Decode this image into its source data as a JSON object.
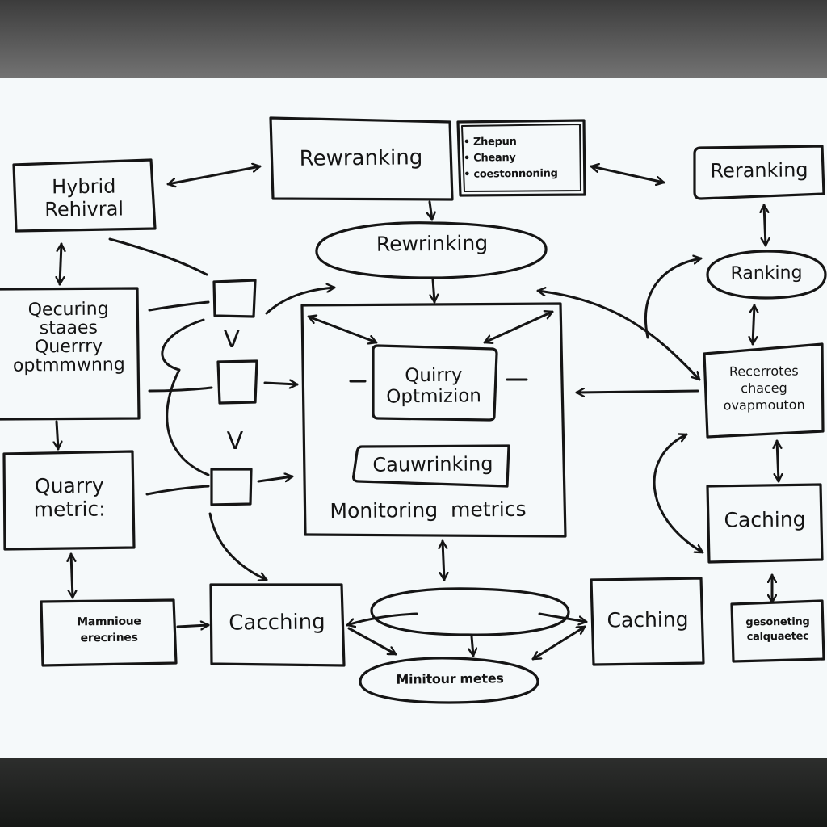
{
  "nodes": {
    "hybrid_retrieval": "Hybrid\nRehivral",
    "reranking_top": "Rewranking",
    "notes": "• Zhepun\n• Cheany\n• coestonnoning",
    "reranking_right": "Reranking",
    "rewrinking": "Rewrinking",
    "ranking": "Ranking",
    "querying_stages": "Qecuring\nstaaes\nQuerrry\noptmmwnng",
    "query_optimization": "Quirry\nOptmizion",
    "cauwrinking": "Cauwrinking",
    "monitoring_metrics": "Monitoring  metrics",
    "recerrotes": "Recerrotes\nchaceg\novapmouton",
    "quarry_metric": "Quarry\nmetric:",
    "caching_right": "Caching",
    "mamiouve": "Mamnioue\nerecrines",
    "caching_bottom_left": "Cacching",
    "caching_bottom_mid": "Caching",
    "gesoneting": "gesoneting\ncalquaetec",
    "minitour_metes": "Minitour metes",
    "v_mark_1": "V",
    "v_mark_2": "V"
  },
  "colors": {
    "ink": "#151515",
    "paper": "#f5f9fa"
  }
}
